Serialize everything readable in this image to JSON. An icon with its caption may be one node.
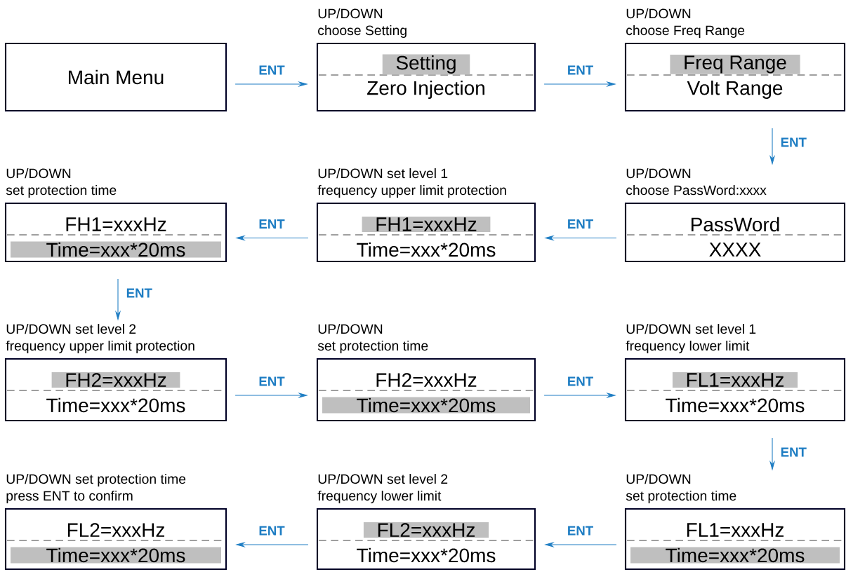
{
  "diagram": {
    "nodes": [
      {
        "text": [
          "Main Menu"
        ]
      },
      {
        "text": [
          "Setting",
          "Zero Injection"
        ],
        "beside": [
          "UP/DOWN",
          "choose Setting"
        ]
      },
      {
        "text": [
          "Freq Range",
          "Volt Range"
        ],
        "beside": [
          "UP/DOWN",
          "choose Freq Range"
        ]
      },
      {
        "text": [
          "FH1=xxxHz",
          "Time=xxx*20ms"
        ],
        "beside": [
          "UP/DOWN",
          "set protection time"
        ]
      },
      {
        "text": [
          "FH1=xxxHz",
          "Time=xxx*20ms"
        ],
        "beside": [
          "UP/DOWN set level 1",
          "frequency upper limit protection"
        ]
      },
      {
        "text": [
          "PassWord",
          "XXXX"
        ],
        "beside": [
          "UP/DOWN",
          "choose PassWord:xxxx"
        ]
      },
      {
        "text": [
          "FH2=xxxHz",
          "Time=xxx*20ms"
        ],
        "beside": [
          "UP/DOWN set level 2",
          "frequency upper limit protection"
        ]
      },
      {
        "text": [
          "FH2=xxxHz",
          "Time=xxx*20ms"
        ],
        "beside": [
          "UP/DOWN",
          "set protection time"
        ]
      },
      {
        "text": [
          "FL1=xxxHz",
          "Time=xxx*20ms"
        ],
        "beside": [
          "UP/DOWN set level 1",
          "frequency lower limit"
        ]
      },
      {
        "text": [
          "FL2=xxxHz",
          "Time=xxx*20ms"
        ],
        "beside": [
          "UP/DOWN set protection time",
          "press ENT to confirm"
        ]
      },
      {
        "text": [
          "FL2=xxxHz",
          "Time=xxx*20ms"
        ],
        "beside": [
          "UP/DOWN set level 2",
          "frequency lower limit"
        ]
      },
      {
        "text": [
          "FL1=xxxHz",
          "Time=xxx*20ms"
        ],
        "beside": [
          "UP/DOWN",
          "set protection time"
        ]
      }
    ],
    "edges": [
      {
        "from": 0,
        "to": 1,
        "arrow": "to",
        "label": "ENT"
      },
      {
        "from": 1,
        "to": 2,
        "arrow": "to",
        "label": "ENT"
      },
      {
        "from": 2,
        "to": 5,
        "arrow": "to",
        "label": "ENT"
      },
      {
        "from": 5,
        "to": 4,
        "arrow": "to",
        "label": "ENT"
      },
      {
        "from": 4,
        "to": 3,
        "arrow": "to",
        "label": "ENT"
      },
      {
        "from": 3,
        "to": 6,
        "arrow": "to",
        "label": "ENT"
      },
      {
        "from": 6,
        "to": 7,
        "arrow": "to",
        "label": "ENT"
      },
      {
        "from": 7,
        "to": 8,
        "arrow": "to",
        "label": "ENT"
      },
      {
        "from": 8,
        "to": 11,
        "arrow": "to",
        "label": "ENT"
      },
      {
        "from": 11,
        "to": 10,
        "arrow": "to",
        "label": "ENT"
      },
      {
        "from": 10,
        "to": 9,
        "arrow": "to",
        "label": "ENT"
      }
    ]
  }
}
